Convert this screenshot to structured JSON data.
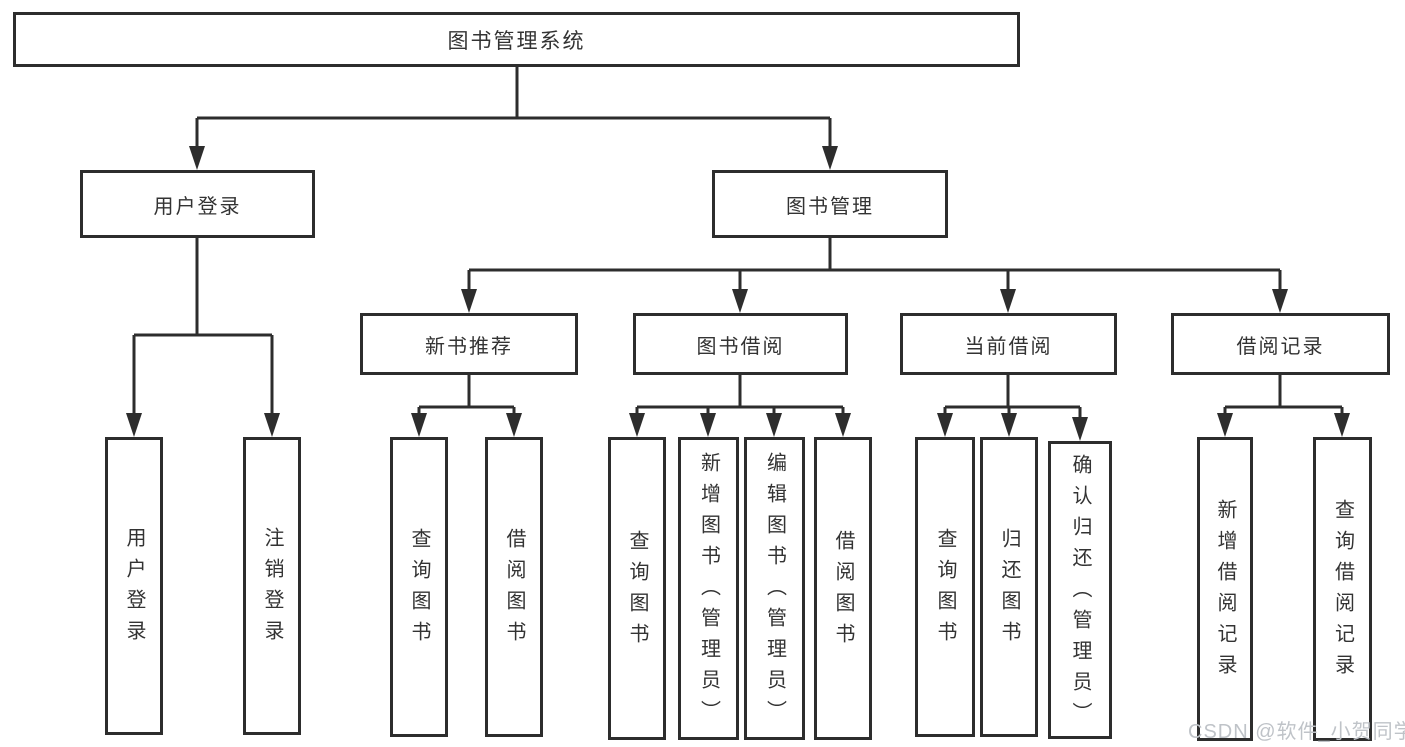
{
  "diagram_title": "图书管理系统",
  "colors": {
    "line": "#2d2d2d",
    "text": "#333333",
    "background": "#ffffff",
    "watermark": "#bfc3c8"
  },
  "tree": {
    "root": {
      "label": "图书管理系统"
    },
    "branches": [
      {
        "label": "用户登录",
        "children": [
          {
            "label": "用户登录"
          },
          {
            "label": "注销登录"
          }
        ]
      },
      {
        "label": "图书管理",
        "children": [
          {
            "label": "新书推荐",
            "children": [
              {
                "label": "查询图书"
              },
              {
                "label": "借阅图书"
              }
            ]
          },
          {
            "label": "图书借阅",
            "children": [
              {
                "label": "查询图书"
              },
              {
                "label": "新增图书（管理员）"
              },
              {
                "label": "编辑图书（管理员）"
              },
              {
                "label": "借阅图书"
              }
            ]
          },
          {
            "label": "当前借阅",
            "children": [
              {
                "label": "查询图书"
              },
              {
                "label": "归还图书"
              },
              {
                "label": "确认归还（管理员）"
              }
            ]
          },
          {
            "label": "借阅记录",
            "children": [
              {
                "label": "新增借阅记录"
              },
              {
                "label": "查询借阅记录"
              }
            ]
          }
        ]
      }
    ]
  },
  "watermark": "CSDN @软件_小贺同学"
}
